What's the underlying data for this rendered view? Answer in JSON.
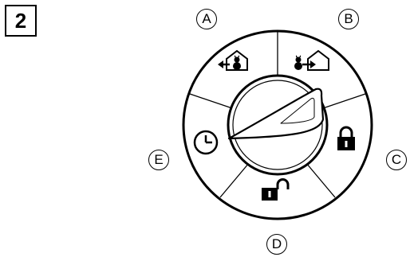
{
  "step": {
    "number": "2"
  },
  "callouts": {
    "a": "A",
    "b": "B",
    "c": "C",
    "d": "D",
    "e": "E"
  },
  "icons": {
    "a": "pet-exit-house-icon",
    "b": "pet-enter-house-icon",
    "c": "locked-padlock-icon",
    "d": "unlocked-padlock-icon",
    "e": "clock-icon",
    "center": "rotary-knob"
  },
  "colors": {
    "ink": "#000000",
    "background": "#ffffff"
  }
}
